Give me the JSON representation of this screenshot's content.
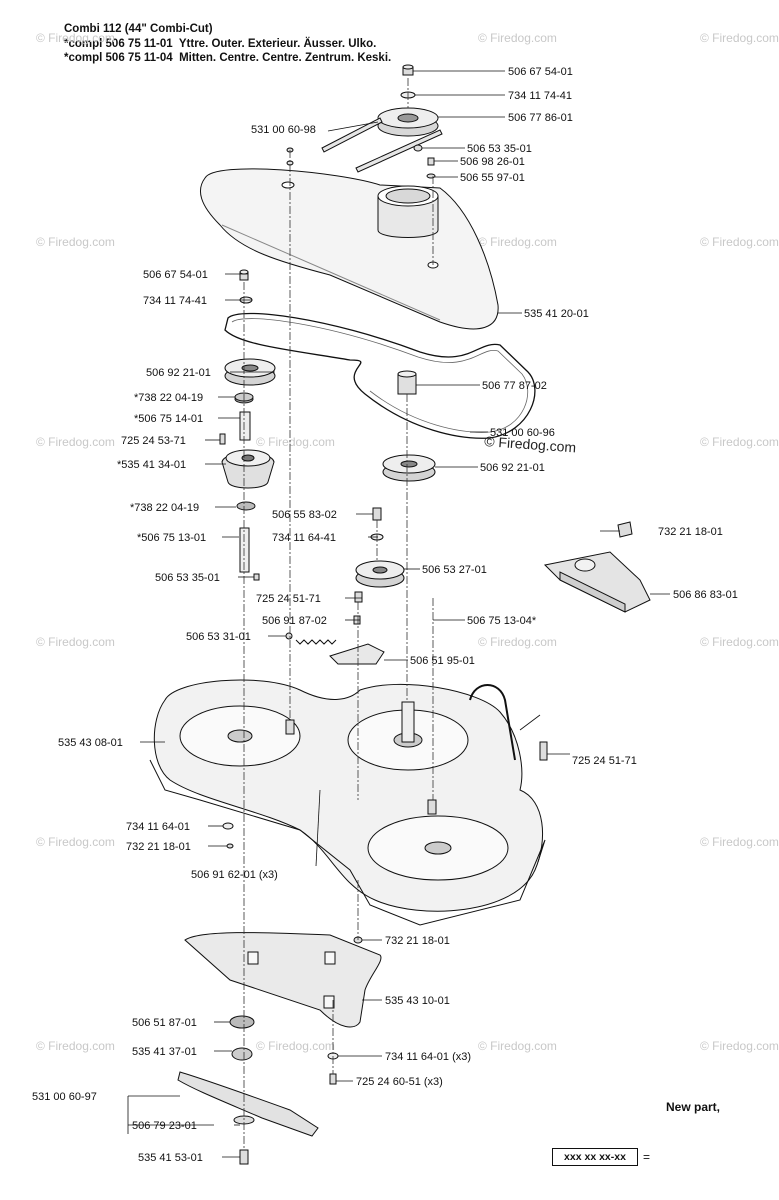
{
  "header": {
    "line1": "Combi 112 (44\" Combi-Cut)",
    "line2": "*compl 506 75 11-01  Yttre. Outer. Exterieur. Äusser. Ulko.",
    "line3": "*compl 506 75 11-04  Mitten. Centre. Centre. Zentrum. Keski."
  },
  "watermark": {
    "text": "© Firedog.com",
    "dark_text": "© Firedog.com"
  },
  "parts": {
    "p1": "506 67 54-01",
    "p2": "734 11 74-41",
    "p3": "506 77 86-01",
    "p4": "531 00 60-98",
    "p5": "506 53 35-01",
    "p6": "506 98 26-01",
    "p7": "506 55 97-01",
    "p8": "506 67 54-01",
    "p9": "734 11 74-41",
    "p10": "535 41 20-01",
    "p11": "506 92 21-01",
    "p12": "506 77 87-02",
    "p13": "*738 22 04-19",
    "p14": "*506 75 14-01",
    "p15": "531 00 60-96",
    "p16": "725 24 53-71",
    "p17": "*535 41 34-01",
    "p18": "506 92 21-01",
    "p19": "732 21 18-01",
    "p20": "*738 22 04-19",
    "p21": "506 55 83-02",
    "p22": "734 11 64-41",
    "p23": "*506 75 13-01",
    "p24": "506 86 83-01",
    "p25": "506 53 27-01",
    "p26": "506 53 35-01",
    "p27": "725 24 51-71",
    "p28": "506 91 87-02",
    "p29": "506 75 13-04*",
    "p30": "506 53 31-01",
    "p31": "506 51 95-01",
    "p32": "535 43 08-01",
    "p33": "725 24 51-71",
    "p34": "734 11 64-01",
    "p35": "732 21 18-01",
    "p36": "506 91 62-01 (x3)",
    "p37": "732 21 18-01",
    "p38": "535 43 10-01",
    "p39": "506 51 87-01",
    "p40": "535 41 37-01",
    "p41": "734 11 64-01 (x3)",
    "p42": "725 24 60-51 (x3)",
    "p43": "531 00 60-97",
    "p44": "506 79 23-01",
    "p45": "535 41 53-01"
  },
  "legend": {
    "new_part": "New part,",
    "code": "xxx xx xx-xx",
    "equals": "="
  }
}
